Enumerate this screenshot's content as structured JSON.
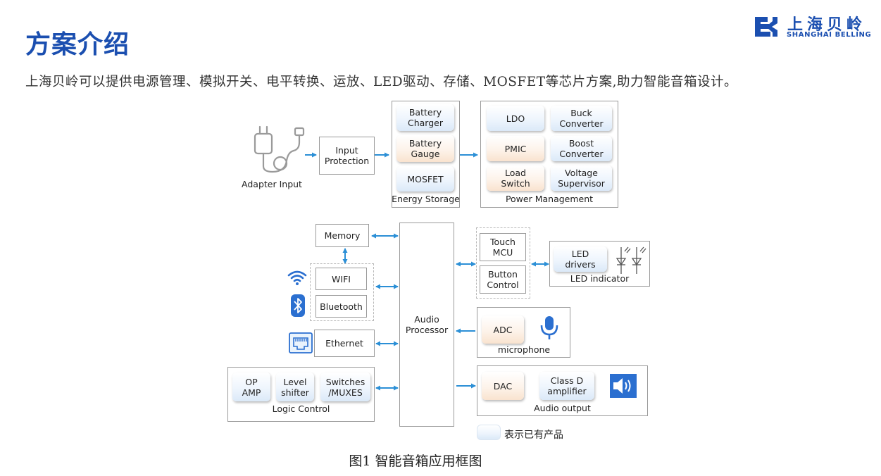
{
  "header": {
    "title": "方案介绍",
    "intro": "上海贝岭可以提供电源管理、模拟开关、电平转换、运放、LED驱动、存储、MOSFET等芯片方案,助力智能音箱设计。",
    "logo_cn": "上海贝岭",
    "logo_en": "SHANGHAI BELLING"
  },
  "diagram": {
    "adapter_label": "Adapter Input",
    "input_protection": "Input\nProtection",
    "energy_storage": {
      "label": "Energy Storage",
      "items": [
        "Battery\nCharger",
        "Battery\nGauge",
        "MOSFET"
      ]
    },
    "power_management": {
      "label": "Power Management",
      "items": [
        "LDO",
        "Buck\nConverter",
        "PMIC",
        "Boost\nConverter",
        "Load\nSwitch",
        "Voltage\nSupervisor"
      ]
    },
    "memory": "Memory",
    "wifi": "WIFI",
    "bluetooth": "Bluetooth",
    "ethernet": "Ethernet",
    "logic_control": {
      "label": "Logic Control",
      "items": [
        "OP\nAMP",
        "Level\nshifter",
        "Switches\n/MUXES"
      ]
    },
    "audio_processor": "Audio\nProcessor",
    "touch_mcu": "Touch\nMCU",
    "button_control": "Button\nControl",
    "led_indicator": {
      "label": "LED indicator",
      "driver": "LED\ndrivers"
    },
    "microphone": {
      "label": "microphone",
      "adc": "ADC"
    },
    "audio_output": {
      "label": "Audio output",
      "dac": "DAC",
      "amp": "Class D\namplifier"
    },
    "legend": "表示已有产品"
  },
  "caption": "图1 智能音箱应用框图",
  "colors": {
    "brand": "#1b4fb0",
    "arrow": "#2b8fd6",
    "product_blue": "#e6f0fb",
    "product_orange": "#fbeadb"
  }
}
